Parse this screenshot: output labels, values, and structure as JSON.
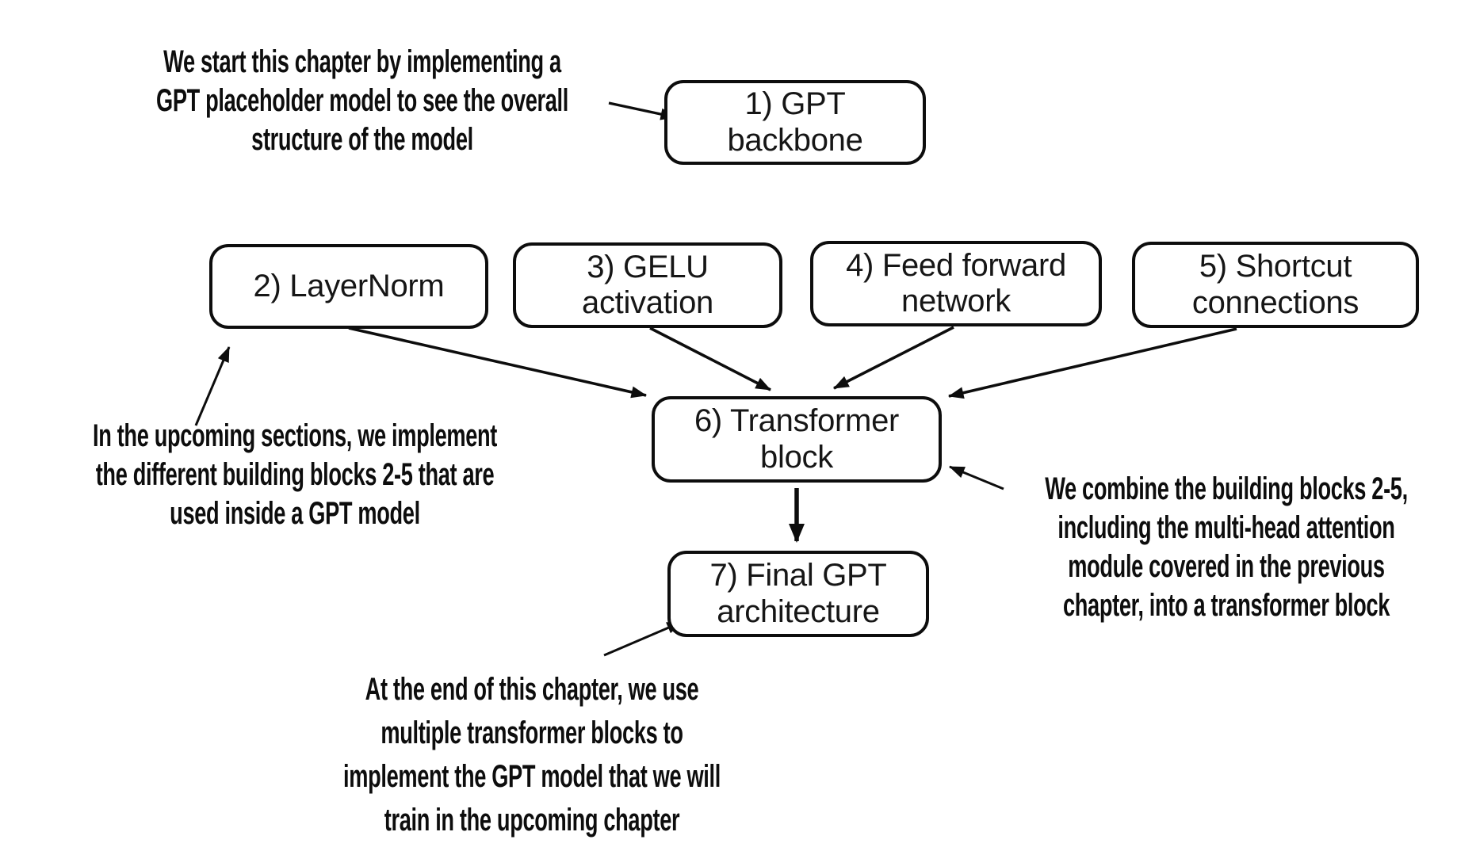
{
  "figure": {
    "colors": {
      "ink": "#0d0d0d",
      "background": "#ffffff"
    },
    "boxes": [
      {
        "id": "gpt-backbone",
        "label": "1) GPT\nbackbone"
      },
      {
        "id": "layernorm",
        "label": "2) LayerNorm"
      },
      {
        "id": "gelu-activation",
        "label": "3) GELU\nactivation"
      },
      {
        "id": "feed-forward-network",
        "label": "4) Feed forward\nnetwork"
      },
      {
        "id": "shortcut-connections",
        "label": "5) Shortcut\nconnections"
      },
      {
        "id": "transformer-block",
        "label": "6) Transformer\nblock"
      },
      {
        "id": "final-gpt-architecture",
        "label": "7) Final GPT\narchitecture"
      }
    ],
    "annotations": [
      {
        "id": "gpt-backbone-note",
        "text": "We start this chapter by implementing a\nGPT placeholder model to see the overall\nstructure of the model"
      },
      {
        "id": "building-blocks-note",
        "text": "In the upcoming sections, we implement\nthe different building blocks 2-5 that are\nused inside a GPT model"
      },
      {
        "id": "transformer-block-note",
        "text": "We combine the building blocks 2-5,\nincluding the multi-head attention\nmodule covered in the previous\nchapter, into a transformer block"
      },
      {
        "id": "final-architecture-note",
        "text": "At the end of this chapter, we use\nmultiple transformer blocks to\nimplement the GPT model that we will\ntrain in the upcoming chapter"
      }
    ],
    "edges": [
      {
        "from": "gpt-backbone-note",
        "to": "gpt-backbone"
      },
      {
        "from": "layernorm",
        "to": "transformer-block"
      },
      {
        "from": "gelu-activation",
        "to": "transformer-block"
      },
      {
        "from": "feed-forward-network",
        "to": "transformer-block"
      },
      {
        "from": "shortcut-connections",
        "to": "transformer-block"
      },
      {
        "from": "transformer-block",
        "to": "final-gpt-architecture"
      },
      {
        "from": "building-blocks-note",
        "to": "layernorm"
      },
      {
        "from": "transformer-block-note",
        "to": "transformer-block"
      },
      {
        "from": "final-architecture-note",
        "to": "final-gpt-architecture"
      }
    ]
  }
}
